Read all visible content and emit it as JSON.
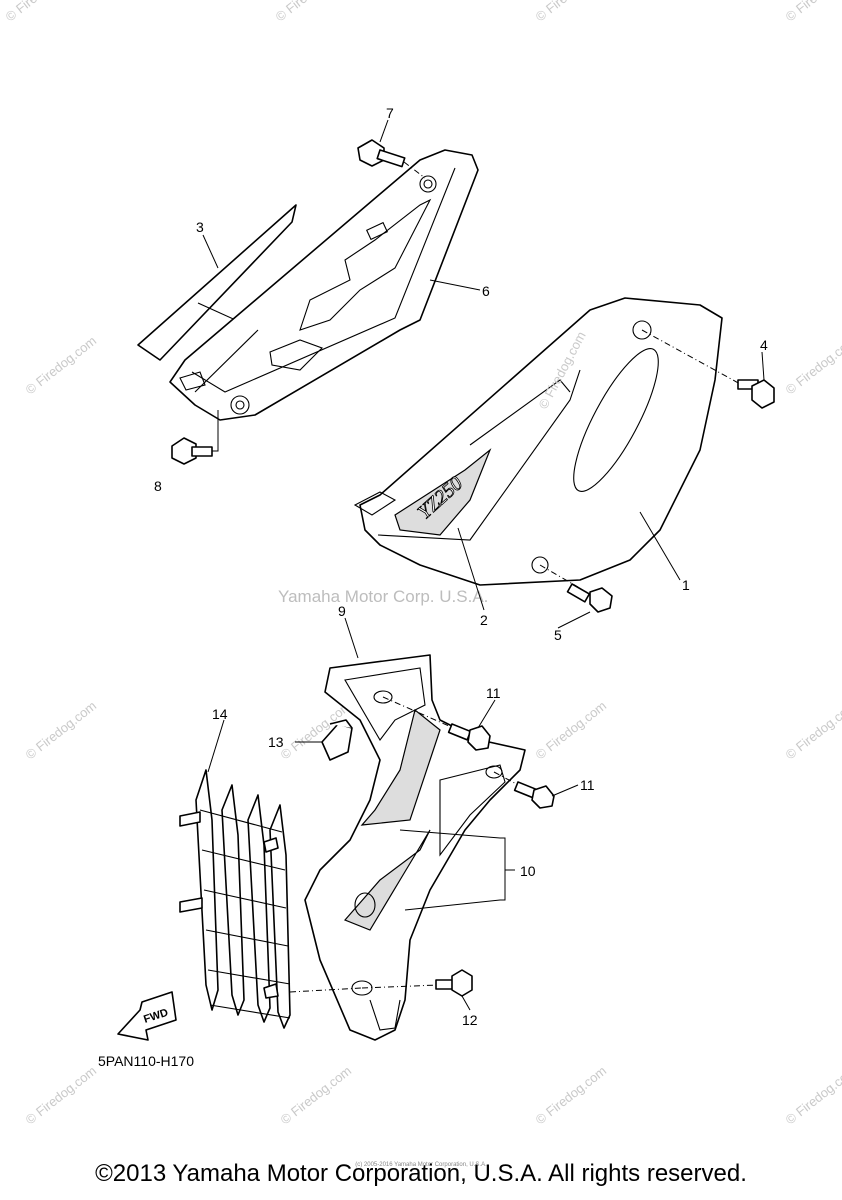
{
  "watermarks": {
    "site": "© Firedog.com",
    "corp": "Yamaha Motor Corp. U.S.A."
  },
  "callouts": [
    "1",
    "2",
    "3",
    "4",
    "5",
    "6",
    "7",
    "8",
    "9",
    "10",
    "11",
    "11",
    "12",
    "13",
    "14"
  ],
  "fwd_label": "FWD",
  "decal_text": "YZ250",
  "part_code": "5PAN110-H170",
  "copyright": "©2013 Yamaha Motor Corporation, U.S.A. All rights reserved.",
  "copyright_small": "(c) 2005-2016 Yamaha Motor Corporation, U.S.A."
}
